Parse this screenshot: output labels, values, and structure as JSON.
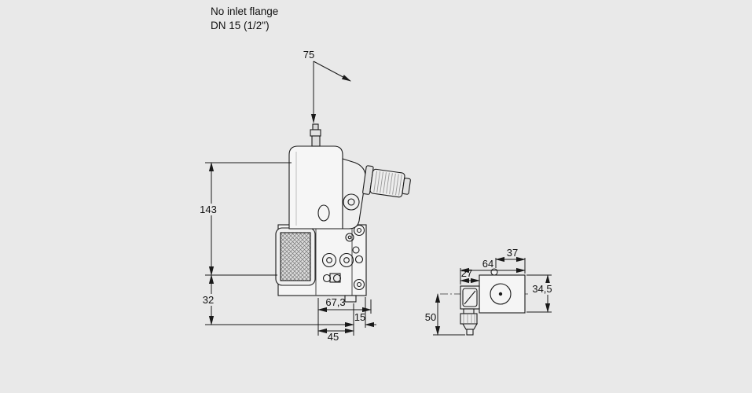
{
  "title": "Valve dimensional drawing",
  "colors": {
    "background": "#e9e9e9",
    "line": "#1a1a1a",
    "body_fill": "#f5f5f5"
  },
  "header": {
    "line1": "No inlet flange",
    "line2": "DN 15 (1/2\")"
  },
  "dimensions": {
    "front": {
      "top_width": "75",
      "height_upper": "143",
      "height_lower": "32",
      "depth": "67,3",
      "outlet_offset": "15",
      "base_width": "45"
    },
    "side": {
      "connector_width": "27",
      "total_width": "64",
      "top_offset": "37",
      "body_height": "34,5",
      "total_height": "50"
    }
  }
}
